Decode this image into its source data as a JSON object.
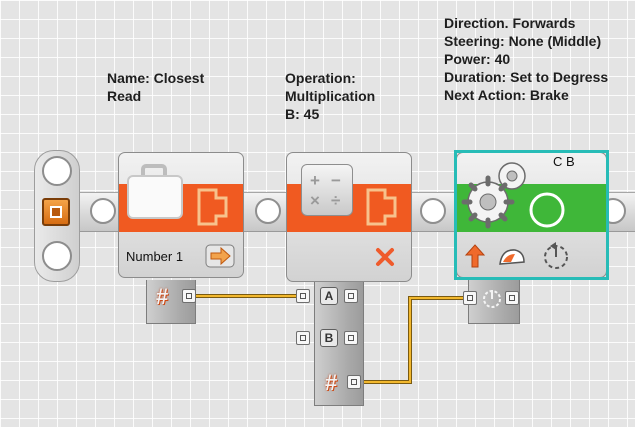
{
  "labels": {
    "variable": {
      "line1": "Name: Closest",
      "line2": "Read"
    },
    "math": {
      "line1": "Operation:",
      "line2": "Multiplication",
      "line3": "B: 45"
    },
    "move": {
      "line1": "Direction. Forwards",
      "line2": "Steering: None (Middle)",
      "line3": "Power: 40",
      "line4": "Duration: Set to Degress",
      "line5": "Next Action: Brake"
    }
  },
  "variable_block": {
    "value_label": "Number 1"
  },
  "math_block": {
    "port_a": "A",
    "port_b": "B",
    "symbols": {
      "plus": "+",
      "minus": "−",
      "times": "×",
      "divide": "÷"
    },
    "output_symbol": "#"
  },
  "move_block": {
    "ports": "C B"
  },
  "variable_output_symbol": "#",
  "colors": {
    "orange_band": "#f05a21",
    "green_band": "#3fb739",
    "wire": "#f2b82e",
    "selection": "#27bcb7"
  }
}
